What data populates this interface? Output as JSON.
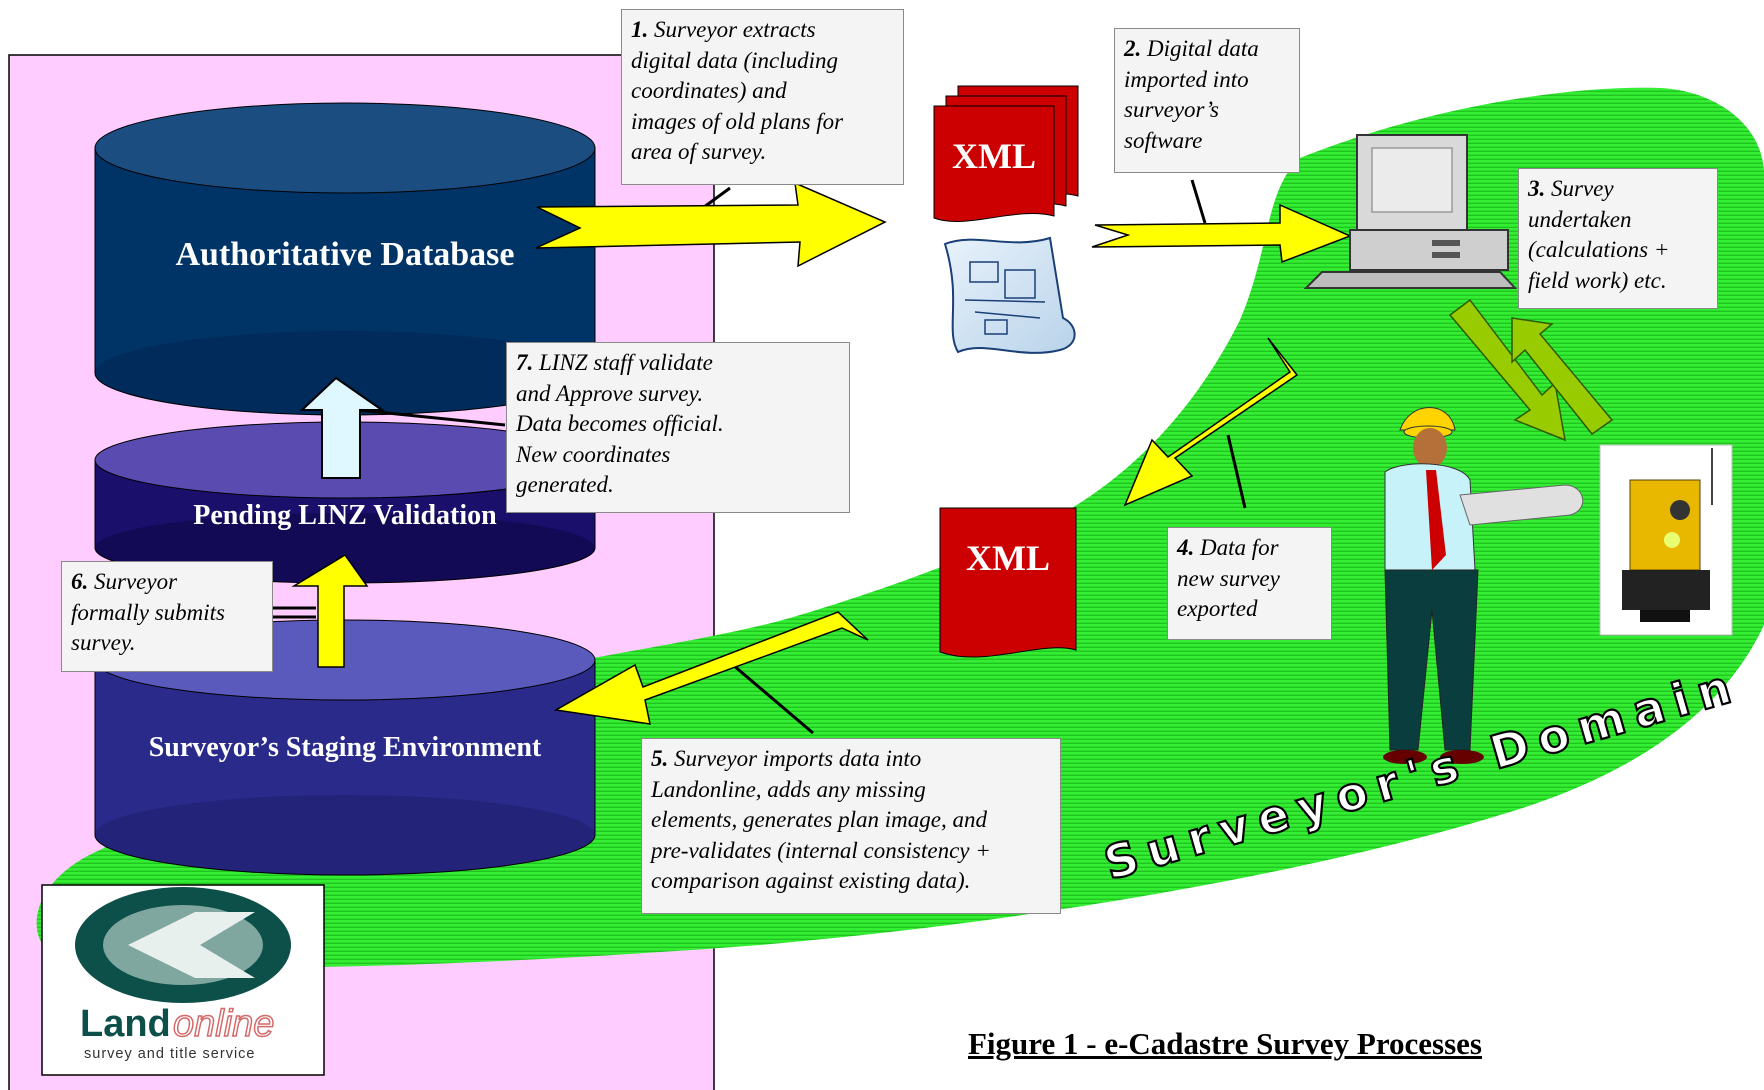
{
  "databases": {
    "authoritative": "Authoritative Database",
    "pending": "Pending LINZ Validation",
    "staging": "Surveyor’s Staging Environment"
  },
  "domain_label": "Surveyor's Domain",
  "xml_label": "XML",
  "steps": [
    {
      "num": "1.",
      "text": "Surveyor extracts\ndigital data (including\ncoordinates) and\nimages of old plans for\narea of survey."
    },
    {
      "num": "2.",
      "text": "Digital data\nimported into\nsurveyor’s\nsoftware"
    },
    {
      "num": "3.",
      "text": "Survey\nundertaken\n(calculations +\nfield work) etc."
    },
    {
      "num": "4.",
      "text": "Data for\nnew survey\nexported"
    },
    {
      "num": "5.",
      "text": "Surveyor imports data into\nLandonline, adds any missing\nelements, generates plan image, and\npre-validates (internal consistency +\ncomparison against existing data)."
    },
    {
      "num": "6.",
      "text": "Surveyor\nformally submits\nsurvey."
    },
    {
      "num": "7.",
      "text": "LINZ staff validate\nand Approve survey.\nData becomes official.\nNew coordinates\ngenerated."
    }
  ],
  "logo": {
    "land": "Land",
    "online": "online",
    "tagline": "survey and title service"
  },
  "caption": "Figure 1 - e-Cadastre Survey Processes",
  "colors": {
    "linz_zone": "#ffccff",
    "surveyor_domain": "#33ee33",
    "database_dark": "#003366",
    "database_pending": "#1a0f6b",
    "database_staging": "#2a2a8a",
    "arrow": "#ffff00",
    "xml_doc": "#cc0000"
  }
}
